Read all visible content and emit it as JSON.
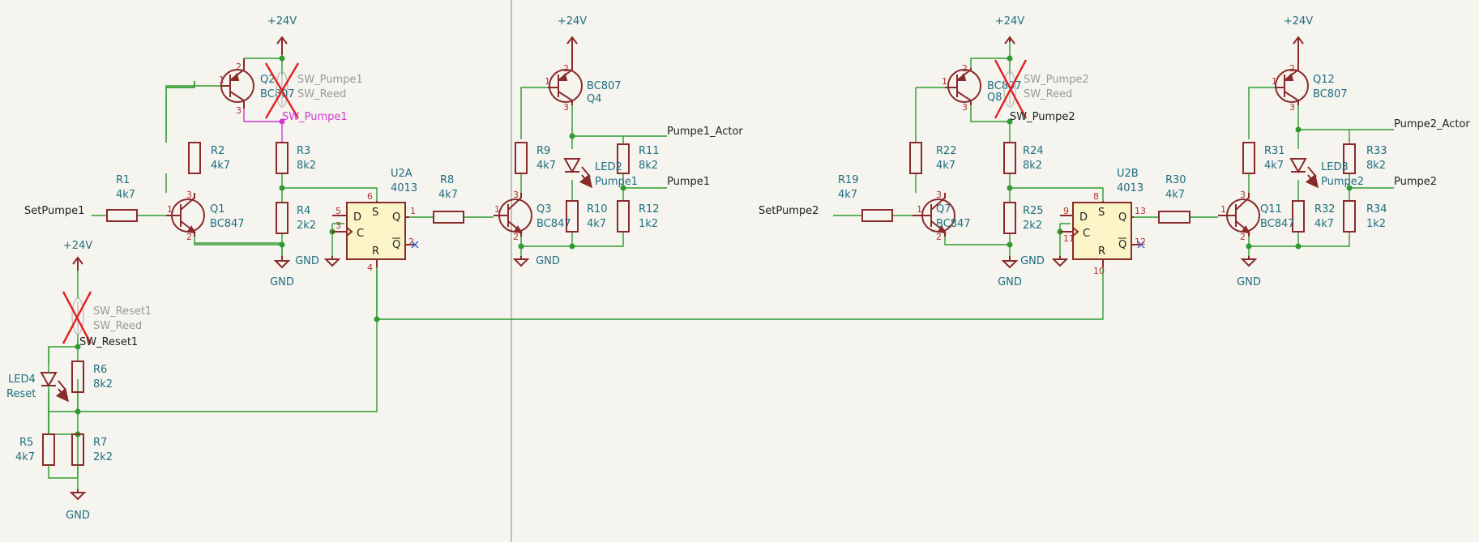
{
  "nets": {
    "vcc": "+24V",
    "gnd": "GND",
    "set1": "SetPumpe1",
    "set2": "SetPumpe2",
    "pumpe1_actor": "Pumpe1_Actor",
    "pumpe1": "Pumpe1",
    "pumpe2_actor": "Pumpe2_Actor",
    "pumpe2": "Pumpe2",
    "sw_pumpe1_net": "SW_Pumpe1",
    "sw_pumpe2_net": "SW_Pumpe2",
    "sw_reset1_net": "SW_Reset1"
  },
  "parts": {
    "R1": {
      "ref": "R1",
      "val": "4k7"
    },
    "R2": {
      "ref": "R2",
      "val": "4k7"
    },
    "R3": {
      "ref": "R3",
      "val": "8k2"
    },
    "R4": {
      "ref": "R4",
      "val": "2k2"
    },
    "R5": {
      "ref": "R5",
      "val": "4k7"
    },
    "R6": {
      "ref": "R6",
      "val": "8k2"
    },
    "R7": {
      "ref": "R7",
      "val": "2k2"
    },
    "R8": {
      "ref": "R8",
      "val": "4k7"
    },
    "R9": {
      "ref": "R9",
      "val": "4k7"
    },
    "R10": {
      "ref": "R10",
      "val": "4k7"
    },
    "R11": {
      "ref": "R11",
      "val": "8k2"
    },
    "R12": {
      "ref": "R12",
      "val": "1k2"
    },
    "R19": {
      "ref": "R19",
      "val": "4k7"
    },
    "R22": {
      "ref": "R22",
      "val": "4k7"
    },
    "R24": {
      "ref": "R24",
      "val": "8k2"
    },
    "R25": {
      "ref": "R25",
      "val": "2k2"
    },
    "R30": {
      "ref": "R30",
      "val": "4k7"
    },
    "R31": {
      "ref": "R31",
      "val": "4k7"
    },
    "R32": {
      "ref": "R32",
      "val": "4k7"
    },
    "R33": {
      "ref": "R33",
      "val": "8k2"
    },
    "R34": {
      "ref": "R34",
      "val": "1k2"
    },
    "Q1": {
      "ref": "Q1",
      "val": "BC847"
    },
    "Q2": {
      "ref": "Q2",
      "val": "BC807"
    },
    "Q3": {
      "ref": "Q3",
      "val": "BC847"
    },
    "Q4": {
      "ref": "Q4",
      "val": "BC807"
    },
    "Q7": {
      "ref": "Q7",
      "val": "BC847"
    },
    "Q8": {
      "ref": "Q8",
      "val": "BC807"
    },
    "Q11": {
      "ref": "Q11",
      "val": "BC847"
    },
    "Q12": {
      "ref": "Q12",
      "val": "BC807"
    },
    "U2A": {
      "ref": "U2A",
      "val": "4013"
    },
    "U2B": {
      "ref": "U2B",
      "val": "4013"
    },
    "LED2": {
      "ref": "LED2",
      "val": "Pumpe1"
    },
    "LED3": {
      "ref": "LED3",
      "val": "Pumpe2"
    },
    "LED4": {
      "ref": "LED4",
      "val": "Reset"
    },
    "SW1": {
      "ref": "SW_Pumpe1",
      "val": "SW_Reed"
    },
    "SW2": {
      "ref": "SW_Pumpe2",
      "val": "SW_Reed"
    },
    "SW3": {
      "ref": "SW_Reset1",
      "val": "SW_Reed"
    }
  },
  "ff_pins": {
    "d": "D",
    "c": "C",
    "s": "S",
    "r": "R",
    "q": "Q",
    "qn": "Q"
  },
  "pins": {
    "p1": "1",
    "p2": "2",
    "p3": "3",
    "p4": "4",
    "p5": "5",
    "p6": "6",
    "p8": "8",
    "p9": "9",
    "p10": "10",
    "p11": "11",
    "p12": "12",
    "p13": "13"
  },
  "colors": {
    "wire": "#2e9b2e",
    "component": "#8a2a2a",
    "ic_fill": "#fbf4c6",
    "text": "#1f6e80",
    "dnp_cross": "#e02020",
    "highlight": "#d23ad2"
  }
}
